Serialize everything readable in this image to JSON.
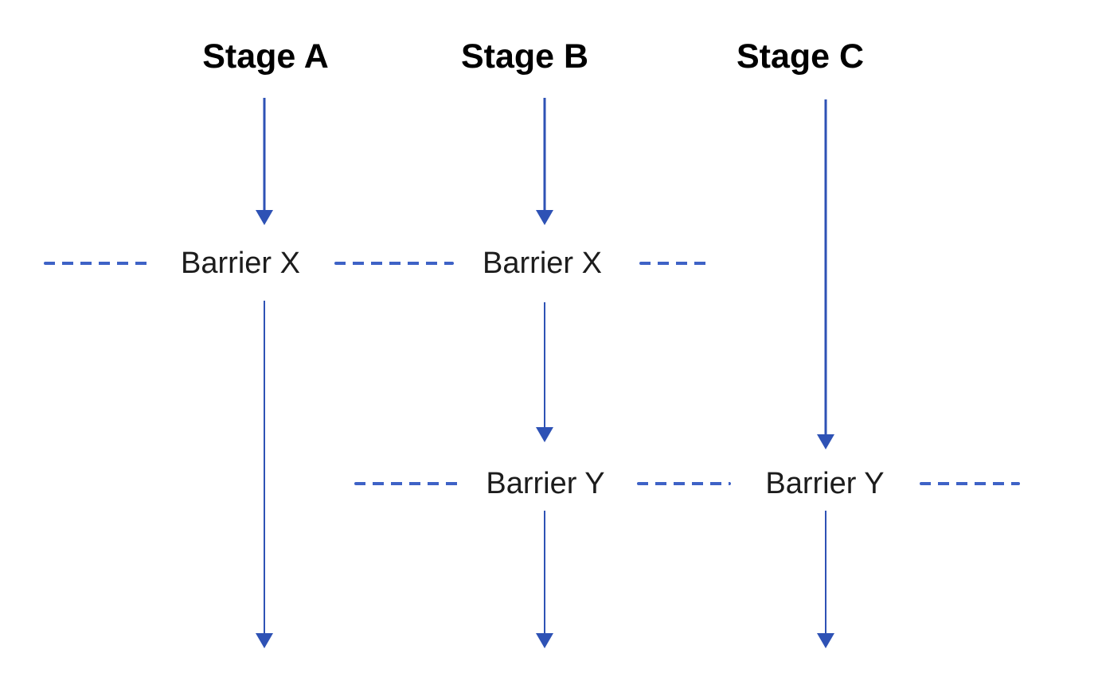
{
  "diagram": {
    "type": "parallel-stage-flow-with-barriers",
    "stages": [
      {
        "label": "Stage A"
      },
      {
        "label": "Stage B"
      },
      {
        "label": "Stage C"
      }
    ],
    "barrier_rows": [
      {
        "label": "Barrier X",
        "occurrences": 2,
        "spans_stages": [
          "Stage A",
          "Stage B"
        ]
      },
      {
        "label": "Barrier Y",
        "occurrences": 2,
        "spans_stages": [
          "Stage B",
          "Stage C"
        ]
      }
    ]
  },
  "colors": {
    "arrow": "#2e52b5",
    "dash": "#3e62c6",
    "heading_text": "#000000",
    "barrier_text": "#1c1c1c",
    "background": "#ffffff"
  }
}
